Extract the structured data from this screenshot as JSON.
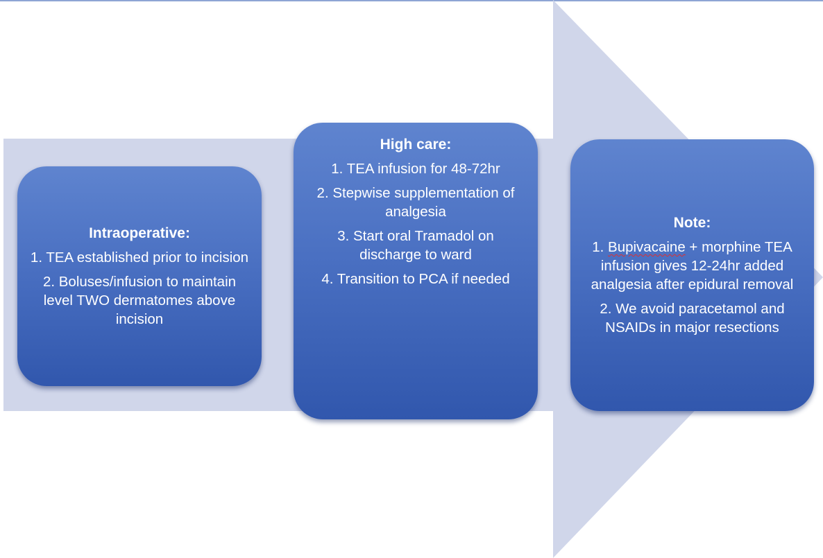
{
  "colors": {
    "arrow_fill": "#d0d6ea",
    "box_top": "#5f84cf",
    "box_bottom": "#3157ad",
    "text": "#ffffff",
    "top_rule": "#8ea5d4"
  },
  "steps": [
    {
      "heading": "Intraoperative:",
      "items": [
        "1. TEA established prior to incision",
        "2. Boluses/infusion to maintain level TWO dermatomes above incision"
      ]
    },
    {
      "heading": "High care:",
      "items": [
        "1. TEA infusion for 48-72hr",
        "2. Stepwise supplementation of analgesia",
        "3. Start oral Tramadol on discharge to ward",
        "4. Transition to PCA if needed"
      ]
    },
    {
      "heading": "Note:",
      "items": [
        "1. Bupivacaine + morphine TEA infusion gives 12-24hr added analgesia after epidural removal",
        "2. We avoid paracetamol and NSAIDs in major resections"
      ]
    }
  ]
}
